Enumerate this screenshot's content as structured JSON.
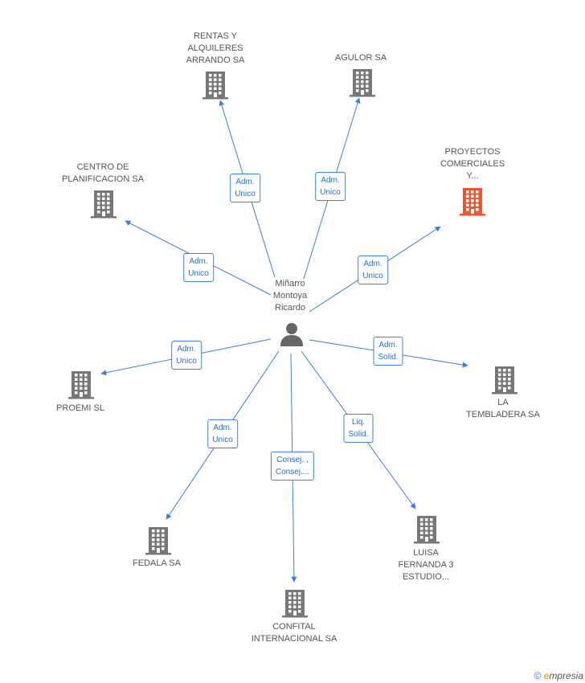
{
  "center": {
    "name": "Miñarro\nMontoya\nRicardo",
    "icon": "person-icon",
    "color": "#666666"
  },
  "colors": {
    "edge": "#3a7fd5",
    "company": "#777777",
    "highlight": "#ee5533"
  },
  "companies": [
    {
      "id": "rentas",
      "name": "RENTAS Y\nALQUILERES\nARRANDO SA",
      "role": "Adm.\nUnico",
      "highlight": false
    },
    {
      "id": "agulor",
      "name": "AGULOR SA",
      "role": "Adm.\nUnico",
      "highlight": false
    },
    {
      "id": "proyectos",
      "name": "PROYECTOS\nCOMERCIALES\nY...",
      "role": "Adm.\nUnico",
      "highlight": true
    },
    {
      "id": "centro",
      "name": "CENTRO DE\nPLANIFICACION SA",
      "role": "Adm.\nUnico",
      "highlight": false
    },
    {
      "id": "proemi",
      "name": "PROEMI SL",
      "role": "Adm.\nUnico",
      "highlight": false
    },
    {
      "id": "tembladera",
      "name": "LA\nTEMBLADERA SA",
      "role": "Adm.\nSolid.",
      "highlight": false
    },
    {
      "id": "fedala",
      "name": "FEDALA SA",
      "role": "Adm.\nUnico",
      "highlight": false
    },
    {
      "id": "confital",
      "name": "CONFITAL\nINTERNACIONAL SA",
      "role": "Consej. ,\nConsej....",
      "highlight": false
    },
    {
      "id": "luisa",
      "name": "LUISA\nFERNANDA 3\nESTUDIO...",
      "role": "Liq.\nSolid.",
      "highlight": false
    }
  ],
  "footer": {
    "copyright": "©",
    "brand_initial": "e",
    "brand_rest": "mpresia"
  }
}
